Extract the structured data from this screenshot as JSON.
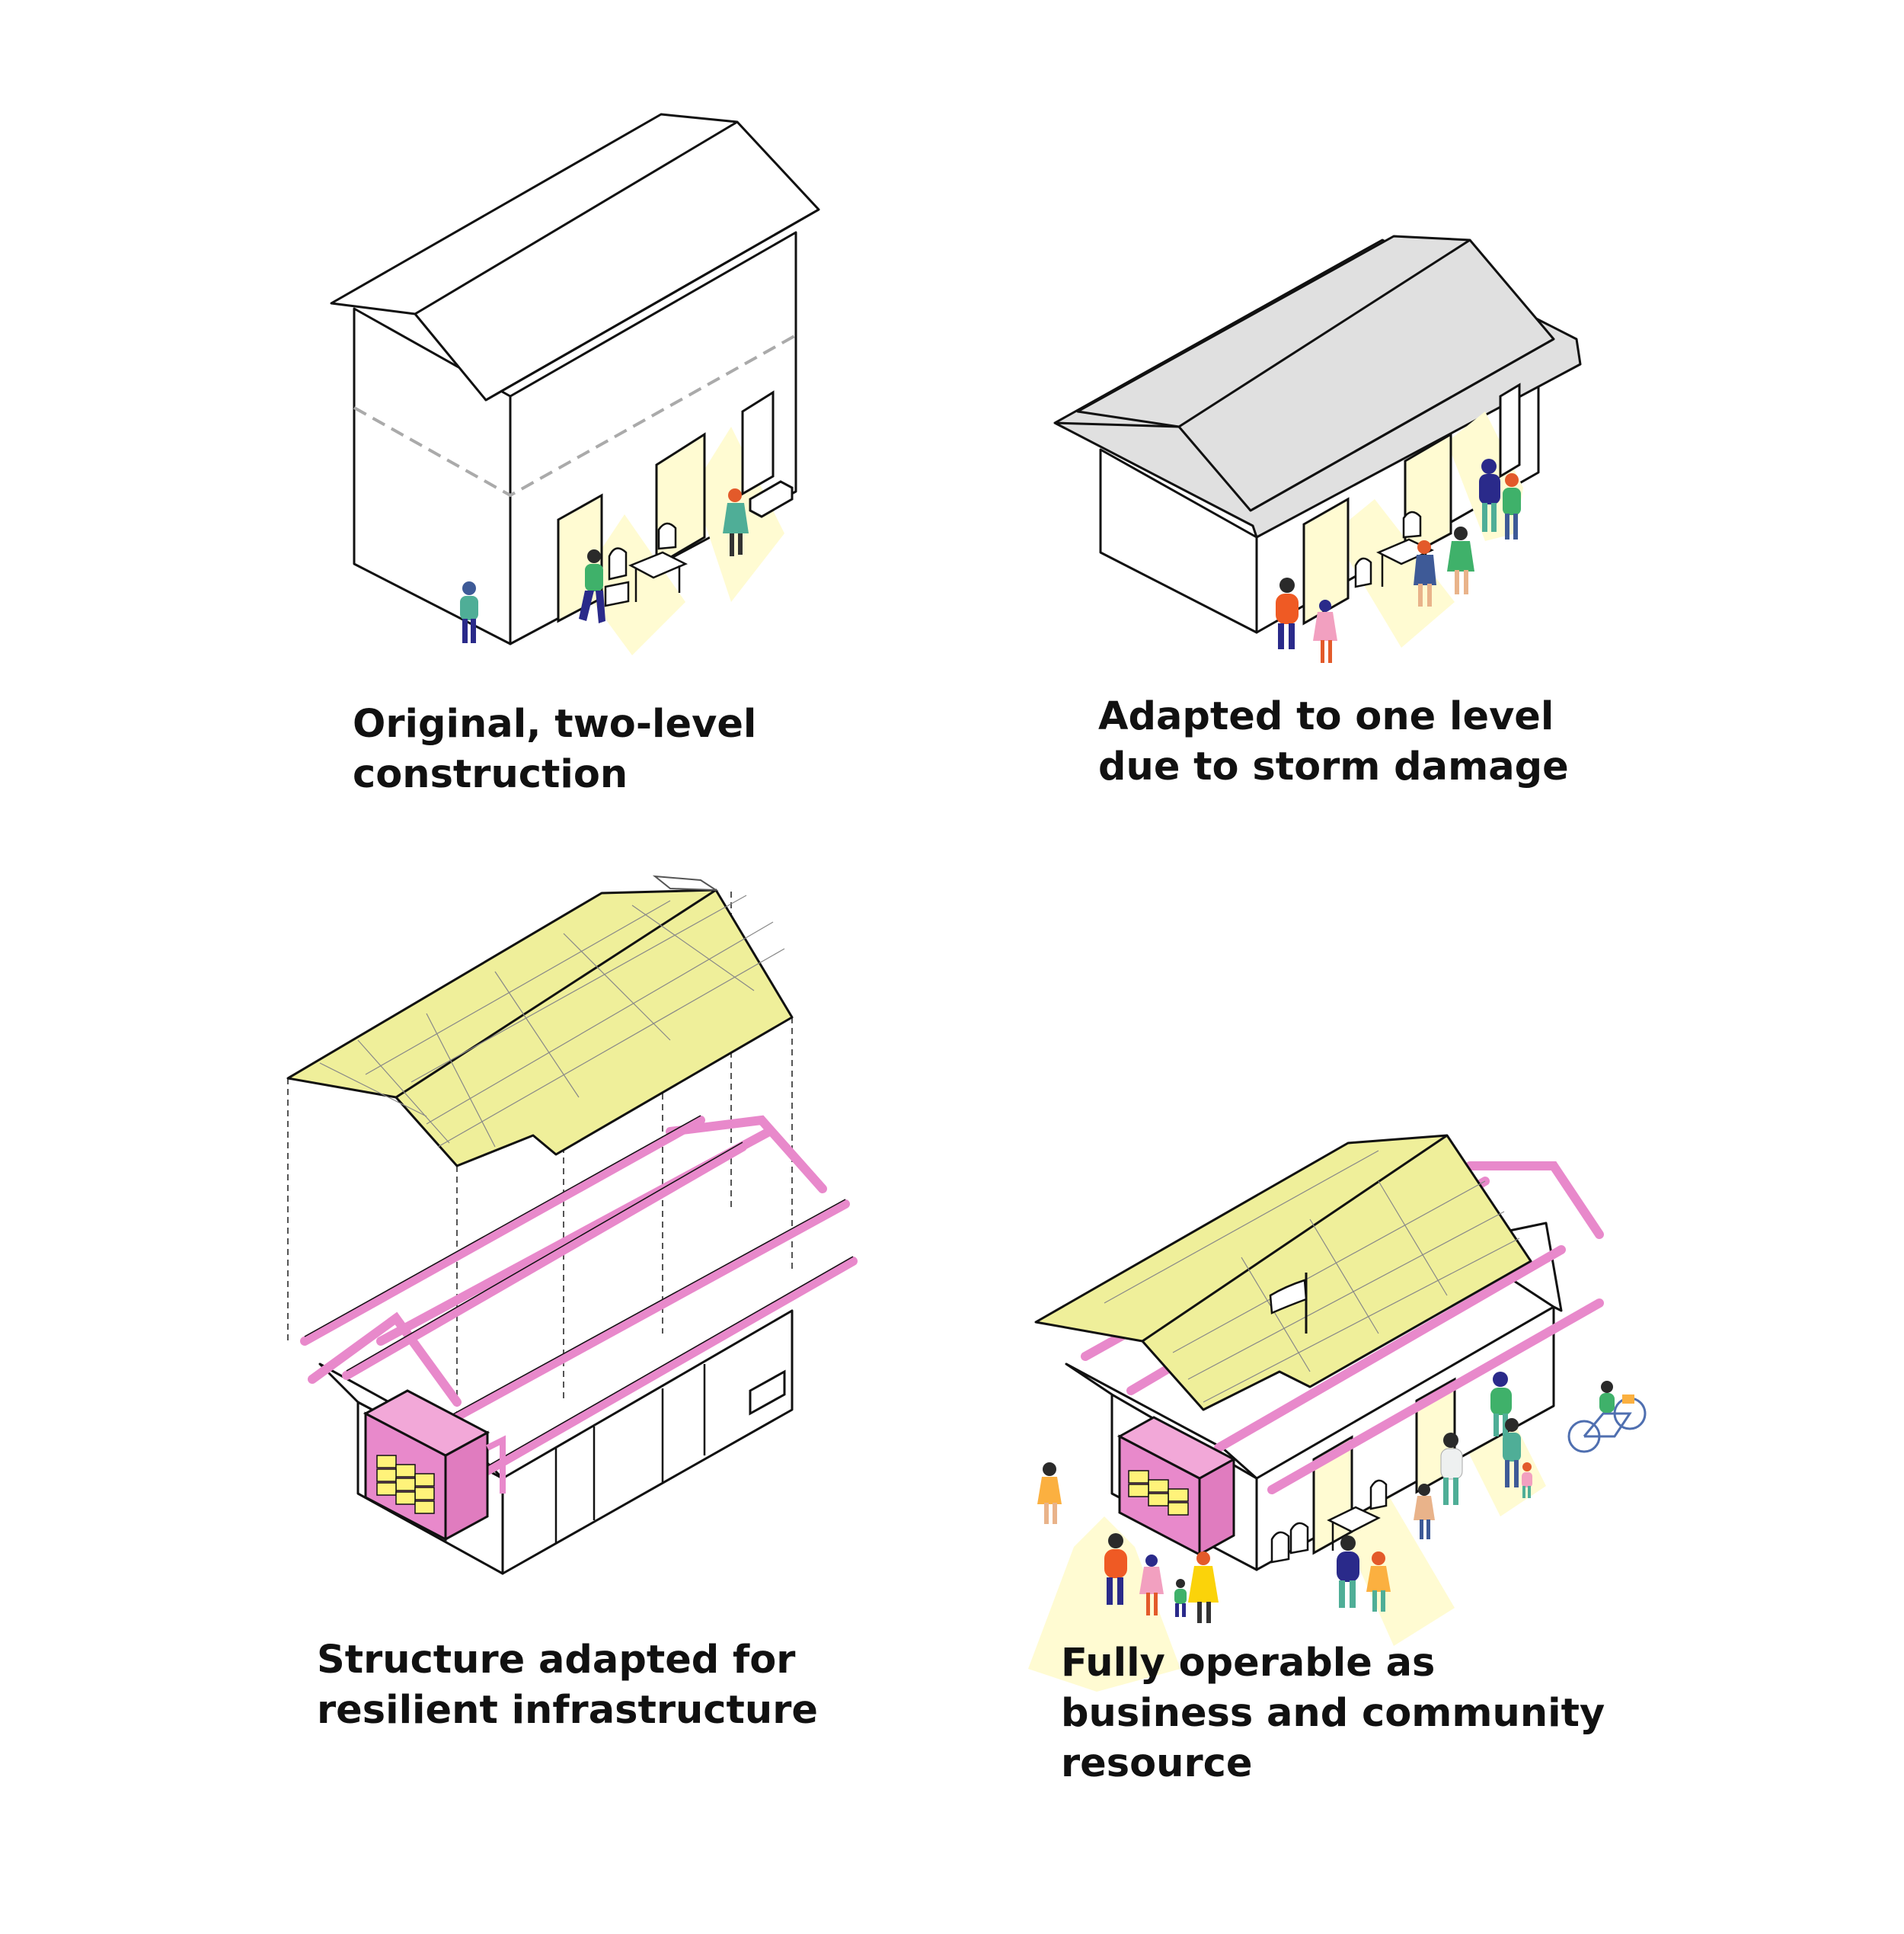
{
  "panels": [
    {
      "id": "original",
      "caption": [
        "Original, two-level",
        "construction"
      ]
    },
    {
      "id": "adapted",
      "caption": [
        "Adapted to one level",
        "due to storm damage"
      ]
    },
    {
      "id": "structure",
      "caption": [
        "Structure adapted for",
        "resilient infrastructure"
      ]
    },
    {
      "id": "operable",
      "caption": [
        "Fully operable as",
        "business and community",
        "resource"
      ]
    }
  ],
  "colors": {
    "outline": "#111111",
    "roof_gray": "#e0e0e0",
    "solar_panel": "#efef9a",
    "structure_pink": "#e889cb",
    "light_glow": "#fffbd2",
    "stock_yellow": "#fff37a"
  }
}
